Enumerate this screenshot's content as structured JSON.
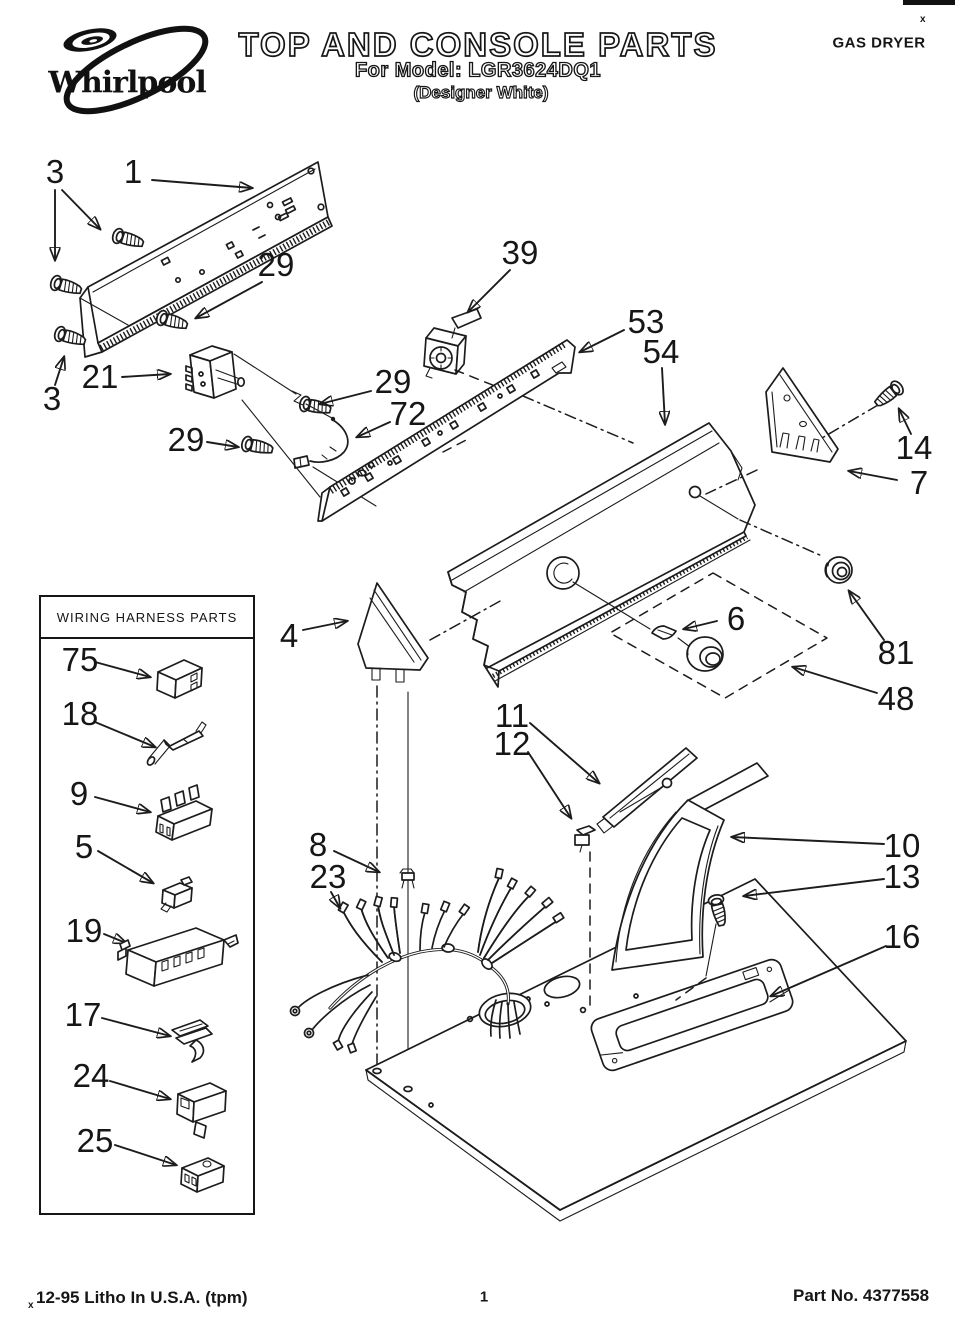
{
  "header": {
    "brand": "Whirlpool",
    "title": "TOP AND CONSOLE PARTS",
    "model_line": "For Model: LGR3624DQ1",
    "finish_line": "(Designer White)",
    "product_label": "GAS DRYER",
    "corner_mark": "x"
  },
  "wiring_box": {
    "title": "WIRING HARNESS PARTS",
    "items": [
      {
        "label": "75"
      },
      {
        "label": "18"
      },
      {
        "label": "9"
      },
      {
        "label": "5"
      },
      {
        "label": "19"
      },
      {
        "label": "17"
      },
      {
        "label": "24"
      },
      {
        "label": "25"
      }
    ]
  },
  "callouts": [
    {
      "label": "3"
    },
    {
      "label": "1"
    },
    {
      "label": "29"
    },
    {
      "label": "39"
    },
    {
      "label": "53"
    },
    {
      "label": "54"
    },
    {
      "label": "21"
    },
    {
      "label": "29"
    },
    {
      "label": "3"
    },
    {
      "label": "72"
    },
    {
      "label": "29"
    },
    {
      "label": "14"
    },
    {
      "label": "7"
    },
    {
      "label": "4"
    },
    {
      "label": "6"
    },
    {
      "label": "81"
    },
    {
      "label": "48"
    },
    {
      "label": "11"
    },
    {
      "label": "12"
    },
    {
      "label": "8"
    },
    {
      "label": "23"
    },
    {
      "label": "10"
    },
    {
      "label": "13"
    },
    {
      "label": "16"
    }
  ],
  "footer": {
    "litho_mark": "x",
    "litho": "12-95 Litho In U.S.A. (tpm)",
    "page": "1",
    "part_no": "Part No. 4377558"
  }
}
